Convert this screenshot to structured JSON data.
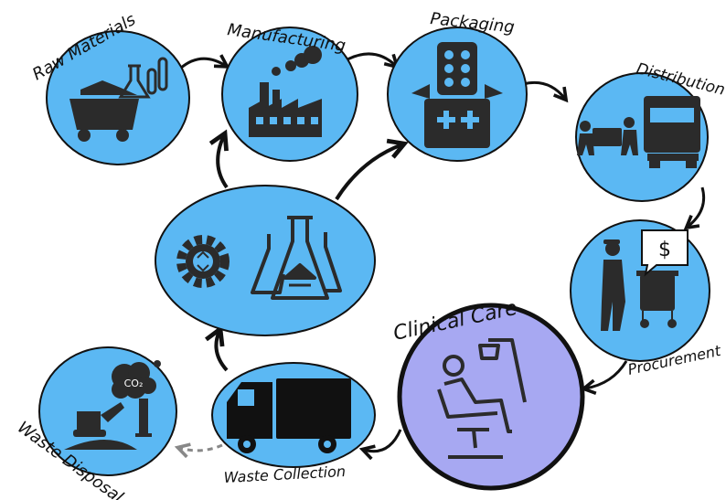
{
  "colors": {
    "node_fill": "#5bb8f3",
    "center_fill": "#a7a8f2",
    "outline": "#111111",
    "icon": "#2b2b2b"
  },
  "nodes": {
    "raw_materials": {
      "label": "Raw Materials",
      "icon": "mine-cart-and-flasks-icon"
    },
    "manufacturing": {
      "label": "Manufacturing",
      "icon": "factory-icon"
    },
    "packaging": {
      "label": "Packaging",
      "icon": "medical-box-icon"
    },
    "distribution": {
      "label": "Distribution",
      "icon": "delivery-truck-icon"
    },
    "procurement": {
      "label": "Procurement",
      "icon": "pharmacist-cart-icon"
    },
    "clinical_care": {
      "label": "Clinical Care",
      "icon": "dental-chair-icon"
    },
    "waste_collection": {
      "label": "Waste Collection",
      "icon": "truck-icon"
    },
    "waste_disposal": {
      "label": "Waste Disposal",
      "icon": "landfill-co2-icon"
    },
    "recycling": {
      "icon": "recycle-gear-and-flasks-icon"
    }
  },
  "co2_text": "CO₂",
  "dollar_text": "$"
}
